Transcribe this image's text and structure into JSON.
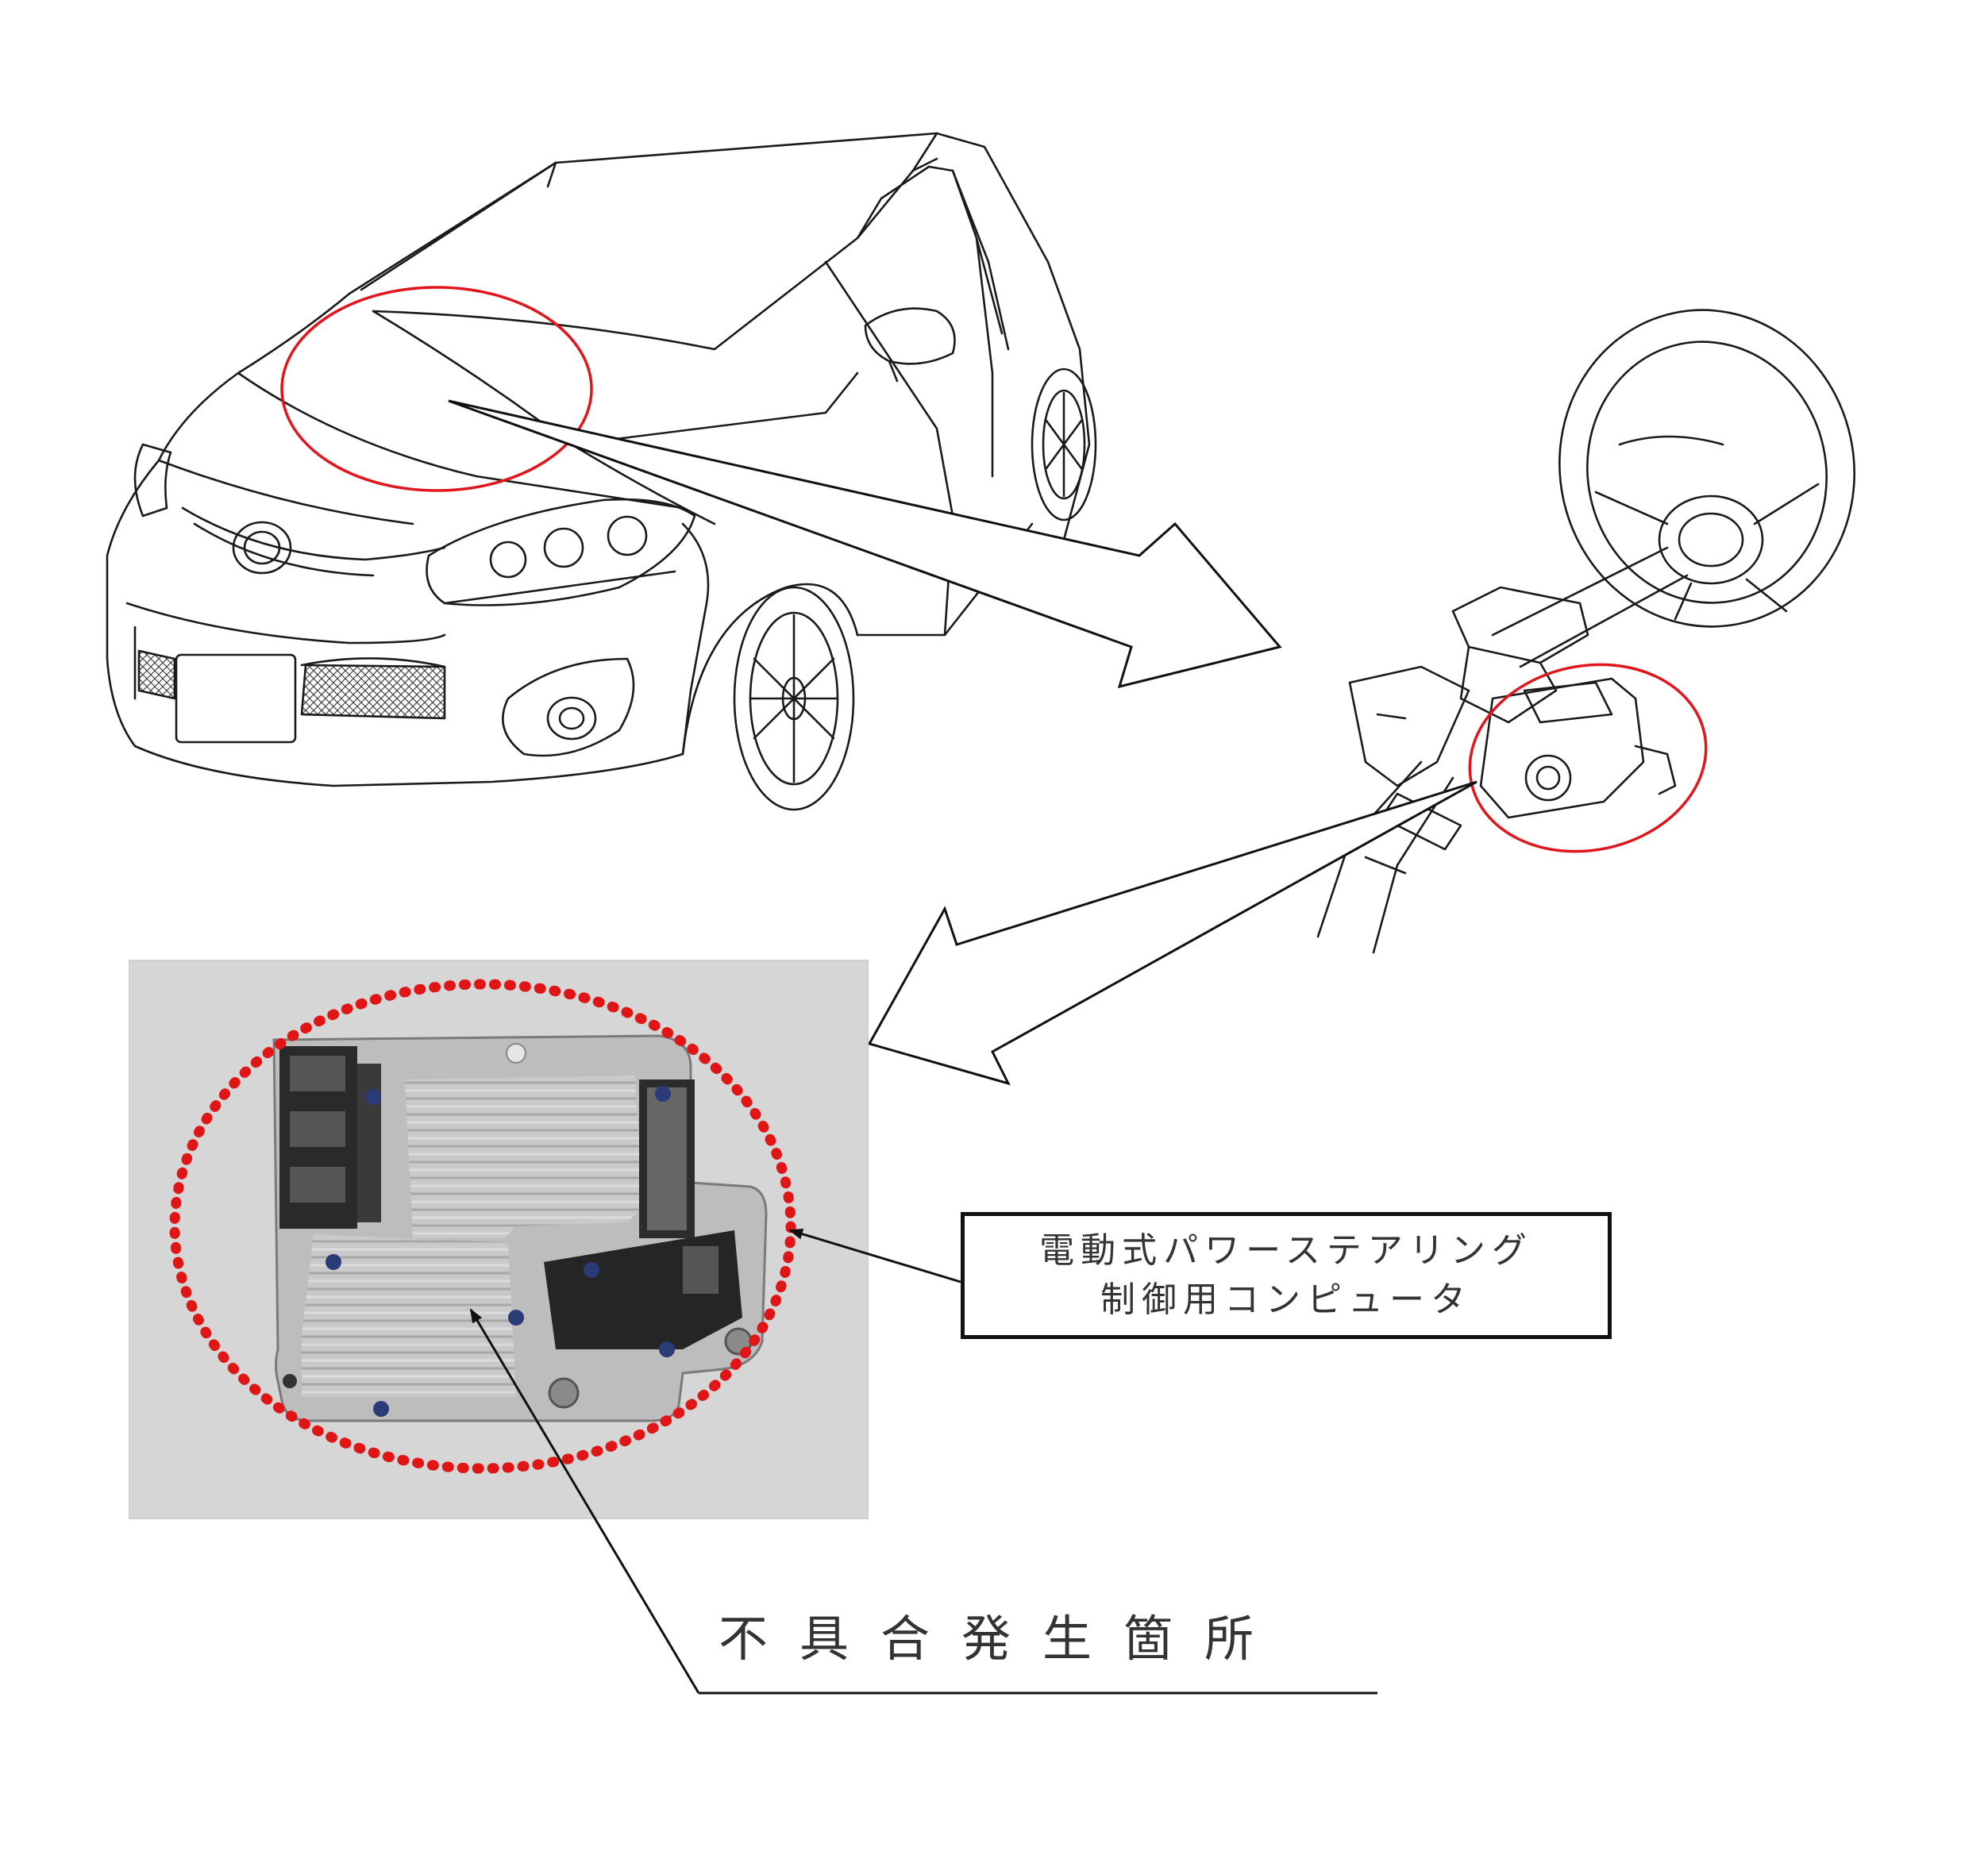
{
  "callout": {
    "line1": "電動式パワーステアリング",
    "line2": "制御用コンピュータ"
  },
  "defect": {
    "label": "不具合発生箇所"
  },
  "colors": {
    "highlight_red": "#e0161c",
    "dotted_red": "#e01515",
    "line": "#1a1a1a",
    "photo_bg": "#d6d6d6"
  }
}
